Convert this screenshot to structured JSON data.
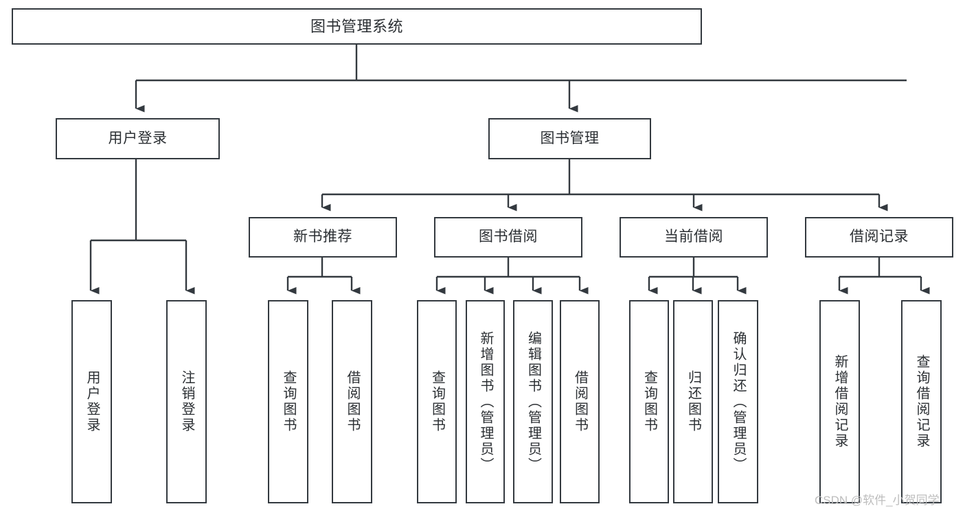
{
  "diagram": {
    "title": "图书管理系统",
    "type": "tree",
    "watermark": "CSDN @软件_小贺同学",
    "colors": {
      "box_border": "#33393f",
      "box_fill": "#ffffff",
      "connector": "#33393f",
      "text": "#2b2f33",
      "watermark": "#bdbdbd"
    },
    "root": {
      "label": "图书管理系统"
    },
    "level1": [
      {
        "label": "用户登录"
      },
      {
        "label": "图书管理"
      }
    ],
    "level2": [
      {
        "label": "新书推荐"
      },
      {
        "label": "图书借阅"
      },
      {
        "label": "当前借阅"
      },
      {
        "label": "借阅记录"
      }
    ],
    "leaves": {
      "user_login": [
        {
          "label": "用户登录"
        },
        {
          "label": "注销登录"
        }
      ],
      "new_book_recommend": [
        {
          "label": "查询图书"
        },
        {
          "label": "借阅图书"
        }
      ],
      "book_borrow": [
        {
          "label": "查询图书"
        },
        {
          "label": "新增图书（管理员）"
        },
        {
          "label": "编辑图书（管理员）"
        },
        {
          "label": "借阅图书"
        }
      ],
      "current_borrow": [
        {
          "label": "查询图书"
        },
        {
          "label": "归还图书"
        },
        {
          "label": "确认归还（管理员）"
        }
      ],
      "borrow_record": [
        {
          "label": "新增借阅记录"
        },
        {
          "label": "查询借阅记录"
        }
      ]
    }
  }
}
